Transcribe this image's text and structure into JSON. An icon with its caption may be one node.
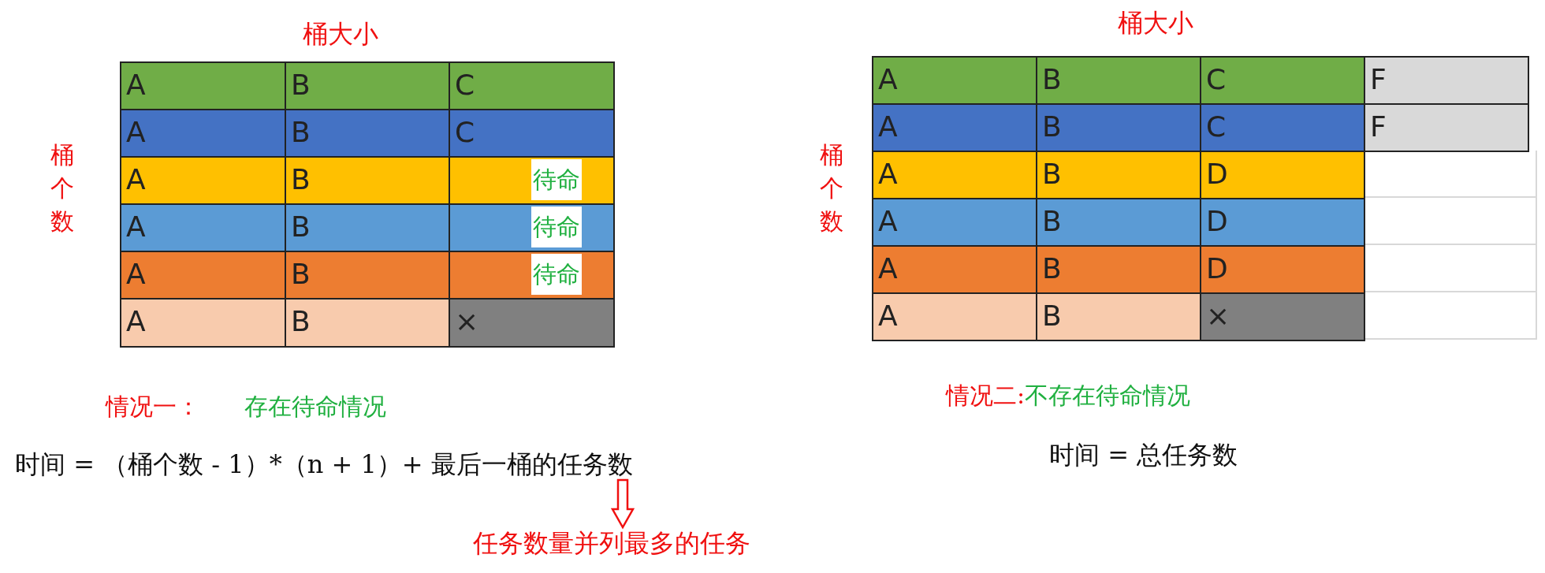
{
  "diagram": {
    "nodes": [
      {
        "text": [
          "时间 = （桶个数 - 1）*（n + 1）+ 最后一桶的任务数"
        ]
      },
      {
        "text": [
          "任务数量并列最多的任务"
        ]
      }
    ],
    "edges": [
      {
        "from": 0,
        "to": 1,
        "arrow": "to"
      }
    ],
    "labels": [
      "桶大小",
      "桶个数",
      "A",
      "B",
      "C",
      "A",
      "B",
      "C",
      "A",
      "B",
      "待命",
      "A",
      "B",
      "待命",
      "A",
      "B",
      "待命",
      "A",
      "B",
      "×",
      "情况一：",
      "存在待命情况",
      "桶大小",
      "桶个数",
      "A",
      "B",
      "C",
      "F",
      "A",
      "B",
      "C",
      "F",
      "A",
      "B",
      "D",
      "A",
      "B",
      "D",
      "A",
      "B",
      "D",
      "A",
      "B",
      "×",
      "情况二:",
      "不存在待命情况",
      "时间 = 总任务数"
    ]
  }
}
